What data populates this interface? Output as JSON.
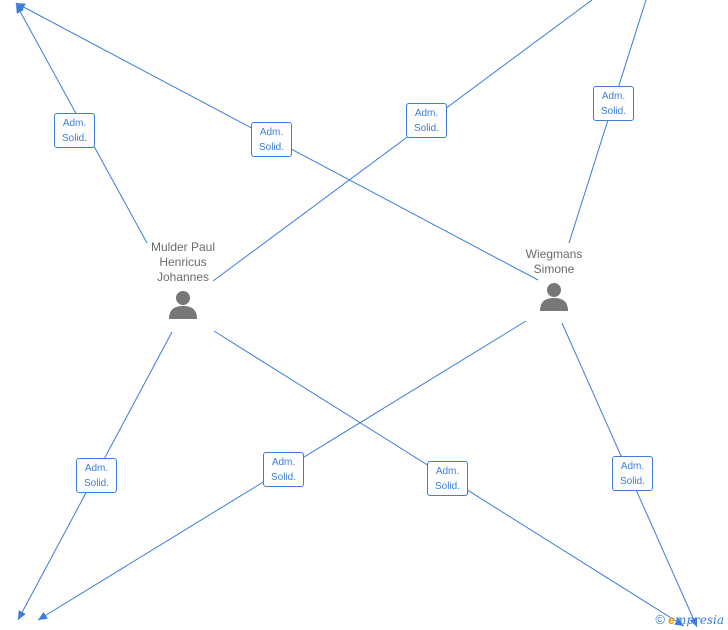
{
  "people": [
    {
      "id": "mulder",
      "name_lines": [
        "Mulder Paul",
        "Henricus",
        "Johannes"
      ]
    },
    {
      "id": "wiegmans",
      "name_lines": [
        "Wiegmans",
        "Simone"
      ]
    }
  ],
  "role_label": {
    "line1": "Adm.",
    "line2": "Solid."
  },
  "relations_count_shown": 8,
  "colors": {
    "accent": "#3b7dd8",
    "person_text": "#6b6b6b",
    "avatar": "#777777",
    "brand_orange": "#f39200"
  },
  "icons": {
    "person": "person-silhouette-icon",
    "copyright": "copyright-icon"
  },
  "brand": {
    "copyright_symbol": "©",
    "initial": "e",
    "name_rest": "mpresia"
  }
}
